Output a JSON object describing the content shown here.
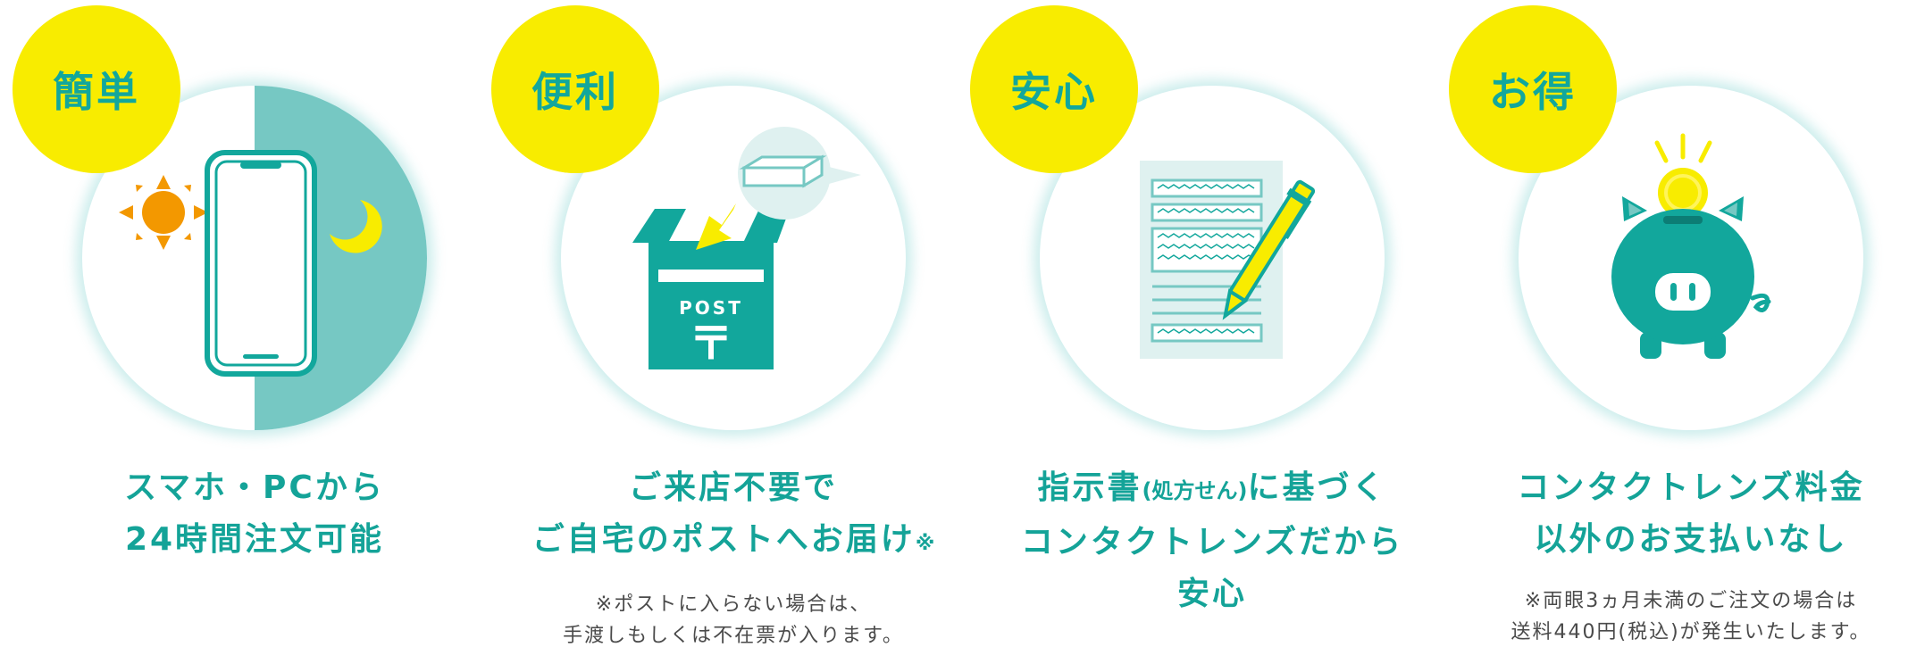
{
  "features": [
    {
      "badge": "簡単",
      "title_lines": [
        "スマホ・PCから",
        "24時間注文可能"
      ],
      "note_lines": [],
      "icons": [
        "smartphone-icon",
        "sun-icon",
        "moon-icon"
      ]
    },
    {
      "badge": "便利",
      "title_line1": "ご来店不要で",
      "title_line2": "ご自宅のポストへお届け",
      "title_mark": "※",
      "mailbox_label": "POST",
      "mailbox_symbol": "〒",
      "note_lines": [
        "※ポストに入らない場合は、",
        "手渡しもしくは不在票が入ります。"
      ],
      "icons": [
        "mailbox-icon",
        "package-icon",
        "arrow-icon"
      ]
    },
    {
      "badge": "安心",
      "title_line1_a": "指示書",
      "title_line1_small": "(処方せん)",
      "title_line1_b": "に基づく",
      "title_line2": "コンタクトレンズだから",
      "title_line3": "安心",
      "note_lines": [],
      "icons": [
        "document-icon",
        "pen-icon"
      ]
    },
    {
      "badge": "お得",
      "title_lines": [
        "コンタクトレンズ料金",
        "以外のお支払いなし"
      ],
      "note_lines": [
        "※両眼3ヵ月未満のご注文の場合は",
        "送料440円(税込)が発生いたします。"
      ],
      "icons": [
        "piggy-bank-icon",
        "coin-icon"
      ]
    }
  ],
  "colors": {
    "badge_yellow": "#f8ec00",
    "teal": "#12a79c",
    "teal_light": "#76c8c3",
    "orange": "#f39800",
    "text_gray": "#4a4a4a"
  }
}
